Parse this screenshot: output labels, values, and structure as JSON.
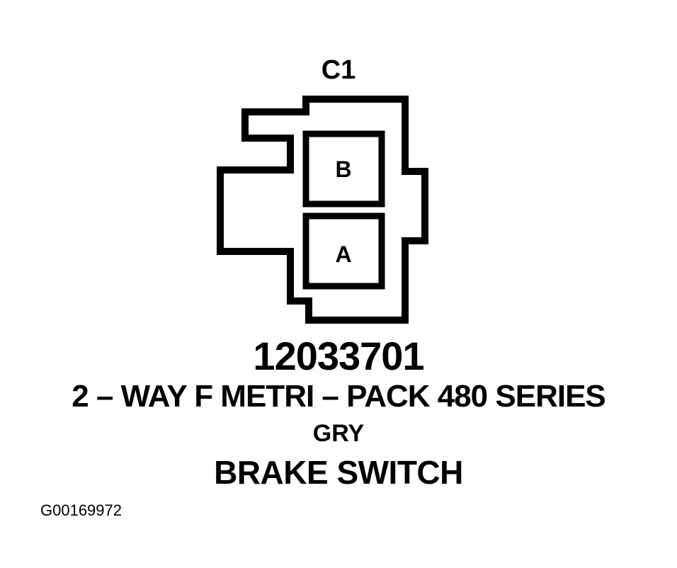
{
  "connector": {
    "id_label": "C1",
    "pins": [
      {
        "label": "B"
      },
      {
        "label": "A"
      }
    ],
    "part_number": "12033701",
    "description": "2 – WAY F METRI – PACK 480 SERIES",
    "color": "GRY",
    "component": "BRAKE SWITCH"
  },
  "figure_code": "G00169972",
  "colors": {
    "line": "#000000",
    "background": "#ffffff"
  }
}
